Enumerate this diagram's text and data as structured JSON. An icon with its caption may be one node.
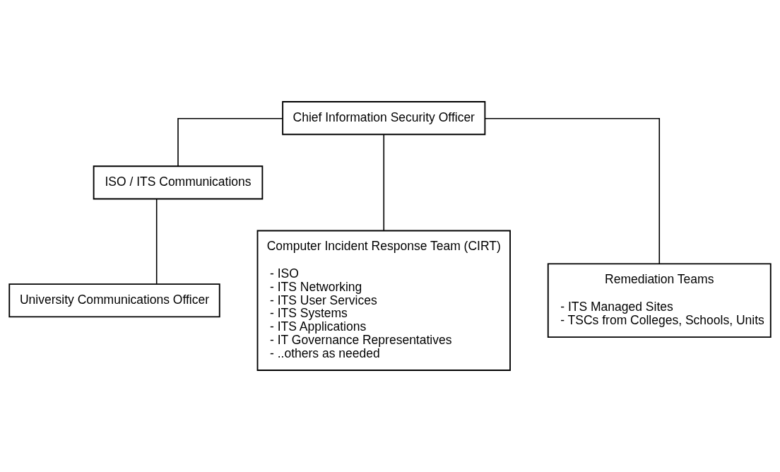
{
  "diagram": {
    "nodes": [
      {
        "text": [
          "Chief Information Security Officer"
        ]
      },
      {
        "text": [
          "ISO / ITS Communications"
        ]
      },
      {
        "text": [
          "University Communications Officer"
        ]
      },
      {
        "text": [
          "Computer Incident Response Team (CIRT)",
          "- ISO",
          "- ITS Networking",
          "- ITS User Services",
          "- ITS Systems",
          "- ITS Applications",
          "- IT Governance Representatives",
          "- ..others as needed"
        ]
      },
      {
        "text": [
          "Remediation Teams",
          "- ITS Managed Sites",
          "- TSCs from Colleges, Schools, Units"
        ]
      }
    ],
    "edges": [
      {
        "from": 0,
        "to": 1,
        "arrow": "none"
      },
      {
        "from": 0,
        "to": 3,
        "arrow": "none"
      },
      {
        "from": 0,
        "to": 4,
        "arrow": "none"
      },
      {
        "from": 1,
        "to": 2,
        "arrow": "none"
      }
    ]
  }
}
